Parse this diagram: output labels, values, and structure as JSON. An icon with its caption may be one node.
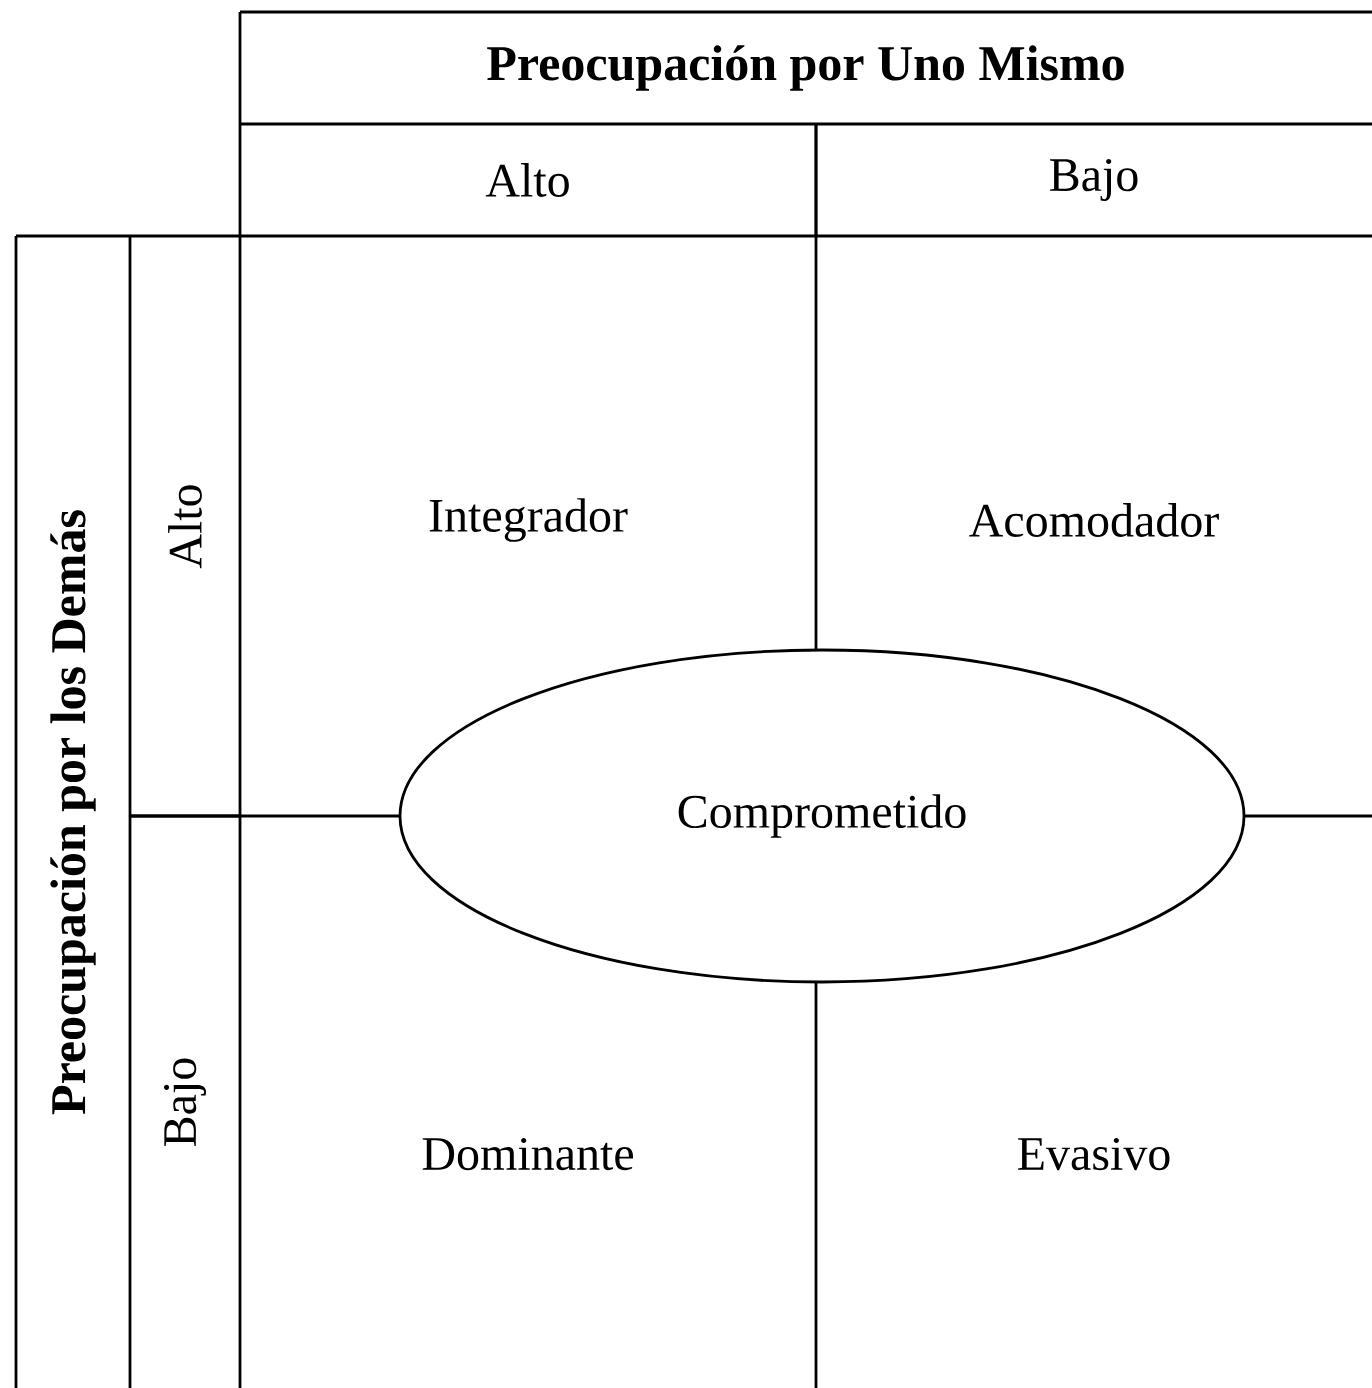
{
  "diagram": {
    "nodes": [
      {
        "text": [
          "Preocupación por Uno Mismo"
        ]
      },
      {
        "text": [
          "Alto"
        ]
      },
      {
        "text": [
          "Bajo"
        ]
      },
      {
        "text": [
          "Preocupación por los Demás"
        ]
      },
      {
        "text": [
          "Alto"
        ]
      },
      {
        "text": [
          "Bajo"
        ]
      },
      {
        "text": [
          "Integrador"
        ]
      },
      {
        "text": [
          "Acomodador"
        ]
      },
      {
        "text": [
          "Dominante"
        ]
      },
      {
        "text": [
          "Evasivo"
        ]
      },
      {
        "text": [
          "Comprometido"
        ]
      }
    ]
  }
}
